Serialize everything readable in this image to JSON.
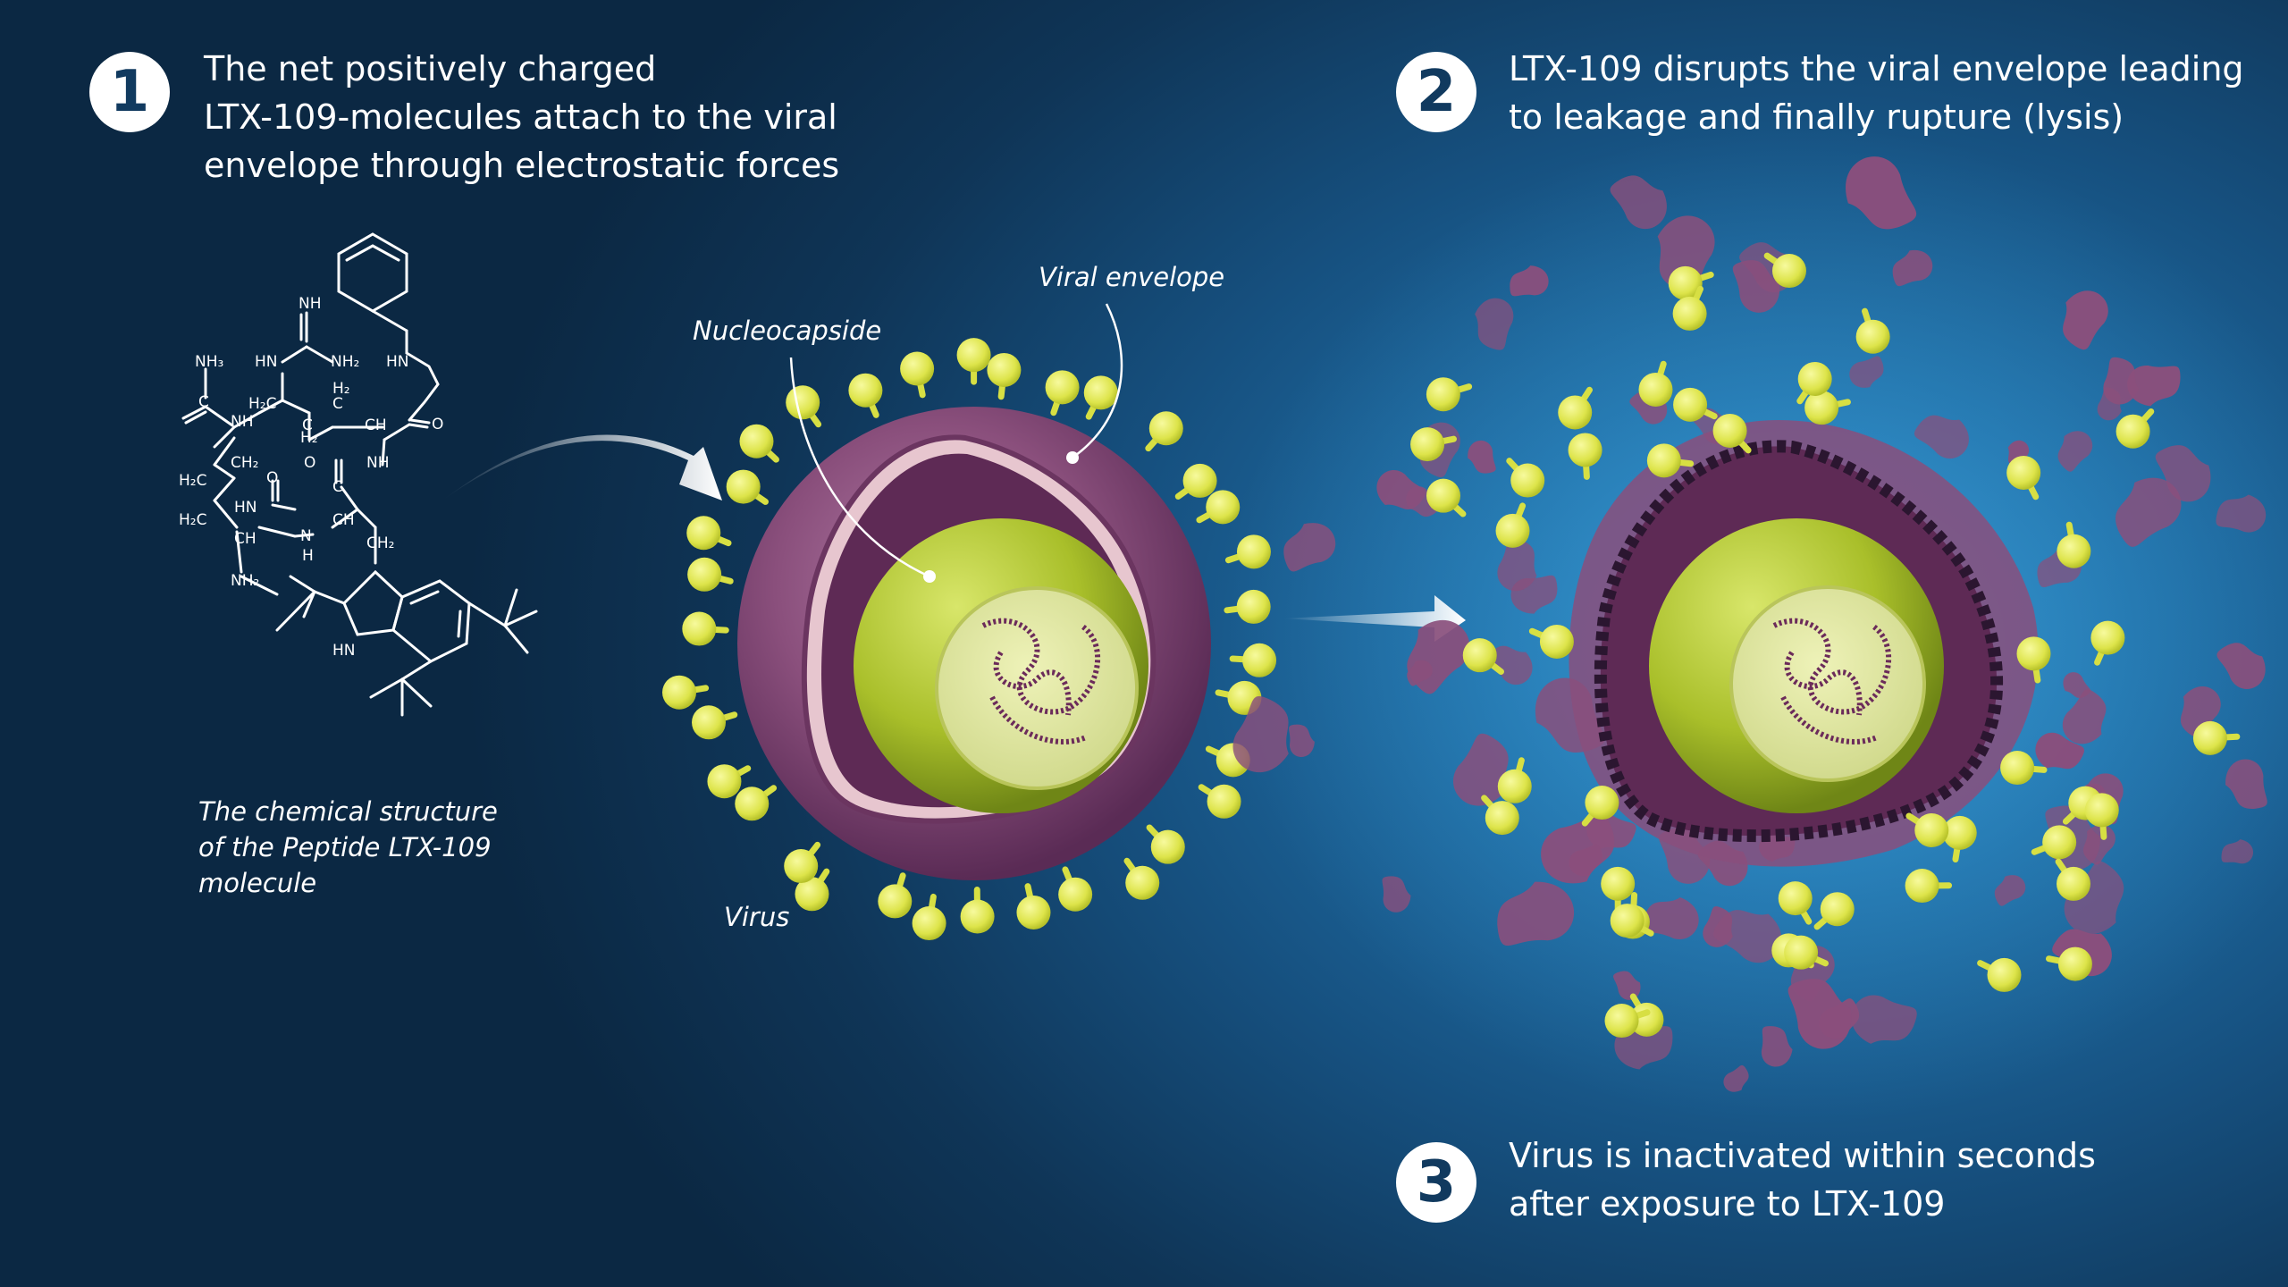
{
  "steps": [
    {
      "number": "1",
      "lines": [
        "The net positively charged",
        "LTX-109-molecules attach to the viral",
        "envelope through electrostatic forces"
      ]
    },
    {
      "number": "2",
      "lines": [
        "LTX-109 disrupts the viral envelope leading",
        "to leakage and finally rupture (lysis)"
      ]
    },
    {
      "number": "3",
      "lines": [
        "Virus is inactivated within seconds",
        "after exposure to LTX-109"
      ]
    }
  ],
  "labels": {
    "viral_envelope": "Viral envelope",
    "nucleocapside": "Nucleocapside",
    "virus": "Virus",
    "structure_caption": [
      "The chemical structure",
      "of the Peptide LTX-109",
      "molecule"
    ]
  },
  "chemical_labels": {
    "nh_top": "NH",
    "nh3": "NH₃",
    "hn_a": "HN",
    "nh2_a": "NH₂",
    "hn_b": "HN",
    "c_a": "C",
    "nh_a": "NH",
    "h2c_a": "H₂C",
    "h2_a": "H₂",
    "c_b": "C",
    "c_c": "C",
    "ch_a": "CH",
    "o_a": "O",
    "ch2_a": "CH₂",
    "h2_b": "H₂",
    "h2c_b": "H₂C",
    "o_b": "O",
    "nh_b": "NH",
    "h2c_c": "H₂C",
    "hn_c": "HN",
    "c_d": "C",
    "ch_b": "CH",
    "o_c": "O",
    "ch_c": "CH",
    "n": "N",
    "h": "H",
    "ch2_b": "CH₂",
    "nh2_b": "NH₂",
    "hn_d": "HN"
  },
  "colors": {
    "badge_bg": "#ffffff",
    "badge_text": "#113a5f",
    "envelope": "#8a4f7c",
    "envelope_dark": "#5a2b55",
    "capsid": "#a9bf2a",
    "peptide": "#e3ea5a",
    "background_deep": "#0b2843",
    "background_light": "#2f8fcb"
  }
}
